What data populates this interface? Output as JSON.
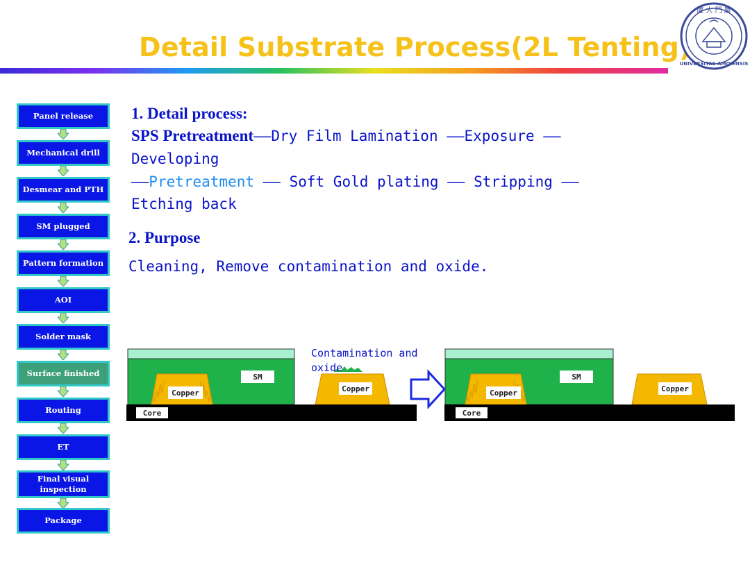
{
  "title": "Detail Substrate Process(2L Tenting)",
  "flow_steps": [
    {
      "label": "Panel release",
      "highlight": false
    },
    {
      "label": "Mechanical drill",
      "highlight": false
    },
    {
      "label": "Desmear and PTH",
      "highlight": false
    },
    {
      "label": "SM plugged",
      "highlight": false
    },
    {
      "label": "Pattern formation",
      "highlight": false
    },
    {
      "label": "AOI",
      "highlight": false
    },
    {
      "label": "Solder mask",
      "highlight": false
    },
    {
      "label": "Surface finished",
      "highlight": true
    },
    {
      "label": "Routing",
      "highlight": false
    },
    {
      "label": "ET",
      "highlight": false
    },
    {
      "label": "Final visual inspection",
      "highlight": false
    },
    {
      "label": "Package",
      "highlight": false
    }
  ],
  "section1": {
    "heading": "1. Detail process:",
    "first_step": "SPS Pretreatment",
    "line1_rest": "——Dry Film Lamination ——Exposure ——",
    "line2": "Developing",
    "line3_dash": "——",
    "line3_current": "Pretreatment",
    "line3_rest": " —— Soft Gold plating —— Stripping ——",
    "line4": "Etching back"
  },
  "section2": {
    "heading": "2. Purpose",
    "text": "Cleaning, Remove contamination and  oxide."
  },
  "diagram": {
    "contamination_label": "Contamination and oxide",
    "sm_label": "SM",
    "copper_label": "Copper",
    "core_label": "Core"
  },
  "colors": {
    "title": "#f6c21a",
    "text_blue": "#0a14c8",
    "step_box": "#0a16e6",
    "step_highlight": "#3da07a",
    "solder_mask": "#1fb24a",
    "copper": "#f5b800",
    "core": "#000000"
  }
}
